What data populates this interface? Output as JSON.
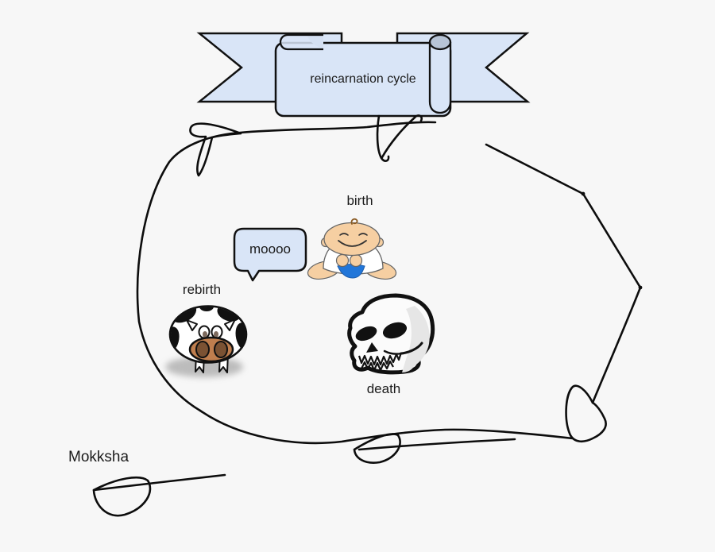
{
  "banner": {
    "title": "reincarnation cycle"
  },
  "cycle": {
    "stages": [
      {
        "id": "birth",
        "label": "birth"
      },
      {
        "id": "death",
        "label": "death"
      },
      {
        "id": "rebirth",
        "label": "rebirth"
      }
    ],
    "exit_label": "Mokksha",
    "speech_bubble": {
      "speaker": "cow",
      "text": "moooo"
    }
  },
  "icons": {
    "banner": "ribbon-banner",
    "baby": "baby-icon",
    "skull": "skull-icon",
    "cow": "cow-icon",
    "bubble": "speech-bubble",
    "arrows": [
      "cycle-arrow-top-left",
      "cycle-arrow-under-banner",
      "cycle-arrow-bottom-right",
      "cycle-arrow-bottom-center",
      "mokksha-exit-arrow"
    ]
  },
  "colors": {
    "background": "#f7f7f7",
    "banner_fill": "#d9e5f7",
    "banner_shade": "#b7c4d6",
    "outline": "#111111",
    "bubble_fill": "#d9e5f7",
    "baby_skin": "#f6cfa2",
    "diaper": "#2176d9",
    "cow_muzzle": "#bf7e4e",
    "cow_nostril": "#7b5233"
  }
}
